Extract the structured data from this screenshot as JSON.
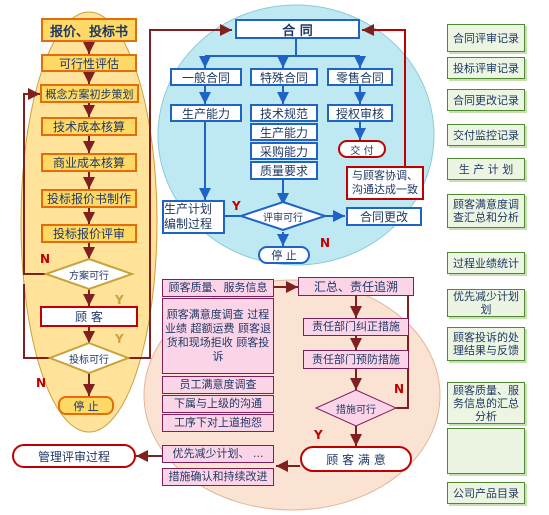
{
  "left_column": {
    "title": "报价、投标书",
    "feasibility": "可行性评估",
    "concept": "概念方案初步策划",
    "cost_check": "技术成本核算",
    "business_cost": "商业成本核算",
    "bid_make": "投标报价书制作",
    "bid_review": "投标报价评审",
    "decision1": "方案可行",
    "customer": "顾     客",
    "decision2": "投标可行",
    "stop": "停   止",
    "n_label_1": "N",
    "y_label_1": "Y",
    "y_label_2": "Y",
    "n_label_2": "N"
  },
  "contract": {
    "title": "合     同",
    "general": "一般合同",
    "special": "特殊合同",
    "retail": "零售合同",
    "capacity": "生产能力",
    "tech_spec": "技术规范",
    "capacity2": "生产能力",
    "purchase": "采购能力",
    "quality": "质量要求",
    "auth_review": "授权审核",
    "deliver": "交  付",
    "negotiate": "与顾客协调、沟通达成一致",
    "plan": "生产计划编制过程",
    "decision": "评审可行",
    "change": "合同更改",
    "stop": "停  止",
    "y_label": "Y",
    "n_label": "N"
  },
  "feedback": {
    "info": "顾客质量、服务信息",
    "survey": "顾客满意度调查 过程业绩 超额运费 顾客退货和现场拒收 顾客投诉",
    "employee": "员工满意度调查",
    "communication": "下属与上级的沟通",
    "complaints": "工序下对上道抱怨",
    "priority": "优先减少计划、 ...",
    "measures": "措施确认和持续改进",
    "summary": "汇总、责任追溯",
    "correct": "责任部门纠正措施",
    "prevent": "责任部门预防措施",
    "decision": "措施可行",
    "satisfied": "顾 客 满 意",
    "mgmt_review": "管理评审过程",
    "n_label": "N",
    "y_label": "Y"
  },
  "records": [
    "合同评审记录",
    "投标评审记录",
    "合同更改记录",
    "交付监控记录",
    "生 产 计 划",
    "顾客满意度调查汇总和分析",
    "过程业绩统计",
    "优先减少计划划",
    "顾客投诉的处理结果与反馈",
    "顾客质量、服务信息的汇总分析",
    "",
    "公司产品目录"
  ]
}
